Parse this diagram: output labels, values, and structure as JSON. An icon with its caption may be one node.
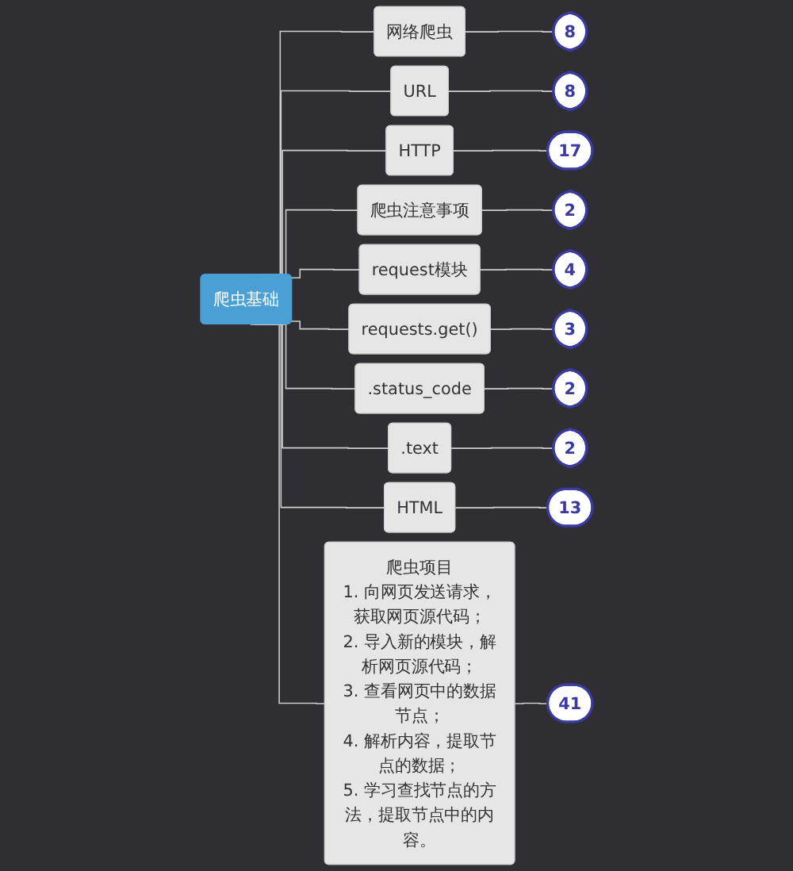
{
  "diagram": {
    "nodes": [
      {
        "text": [
          "爬虫基础"
        ]
      },
      {
        "text": [
          "网络爬虫"
        ]
      },
      {
        "text": [
          "8"
        ]
      },
      {
        "text": [
          "URL"
        ]
      },
      {
        "text": [
          "8"
        ]
      },
      {
        "text": [
          "HTTP"
        ]
      },
      {
        "text": [
          "17"
        ]
      },
      {
        "text": [
          "爬虫注意事项"
        ]
      },
      {
        "text": [
          "2"
        ]
      },
      {
        "text": [
          "request模块"
        ]
      },
      {
        "text": [
          "4"
        ]
      },
      {
        "text": [
          "requests.get()"
        ]
      },
      {
        "text": [
          "3"
        ]
      },
      {
        "text": [
          ".status_code"
        ]
      },
      {
        "text": [
          "2"
        ]
      },
      {
        "text": [
          ".text"
        ]
      },
      {
        "text": [
          "2"
        ]
      },
      {
        "text": [
          "HTML"
        ]
      },
      {
        "text": [
          "13"
        ]
      },
      {
        "text": [
          "爬虫项目",
          "1. 向网页发送请求，获取网页源代码；",
          "2. 导入新的模块，解析网页源代码；",
          "3. 查看网页中的数据节点；",
          "4. 解析内容，提取节点的数据；",
          "5. 学习查找节点的方法，提取节点中的内容。"
        ]
      },
      {
        "text": [
          "41"
        ]
      }
    ],
    "edges": [
      {
        "from": 0,
        "to": 1,
        "arrow": "none"
      },
      {
        "from": 1,
        "to": 2,
        "arrow": "none"
      },
      {
        "from": 0,
        "to": 3,
        "arrow": "none"
      },
      {
        "from": 3,
        "to": 4,
        "arrow": "none"
      },
      {
        "from": 0,
        "to": 5,
        "arrow": "none"
      },
      {
        "from": 5,
        "to": 6,
        "arrow": "none"
      },
      {
        "from": 0,
        "to": 7,
        "arrow": "none"
      },
      {
        "from": 7,
        "to": 8,
        "arrow": "none"
      },
      {
        "from": 0,
        "to": 9,
        "arrow": "none"
      },
      {
        "from": 9,
        "to": 10,
        "arrow": "none"
      },
      {
        "from": 0,
        "to": 11,
        "arrow": "none"
      },
      {
        "from": 11,
        "to": 12,
        "arrow": "none"
      },
      {
        "from": 0,
        "to": 13,
        "arrow": "none"
      },
      {
        "from": 13,
        "to": 14,
        "arrow": "none"
      },
      {
        "from": 0,
        "to": 15,
        "arrow": "none"
      },
      {
        "from": 15,
        "to": 16,
        "arrow": "none"
      },
      {
        "from": 0,
        "to": 17,
        "arrow": "none"
      },
      {
        "from": 17,
        "to": 18,
        "arrow": "none"
      },
      {
        "from": 0,
        "to": 19,
        "arrow": "none"
      },
      {
        "from": 19,
        "to": 20,
        "arrow": "none"
      }
    ]
  }
}
